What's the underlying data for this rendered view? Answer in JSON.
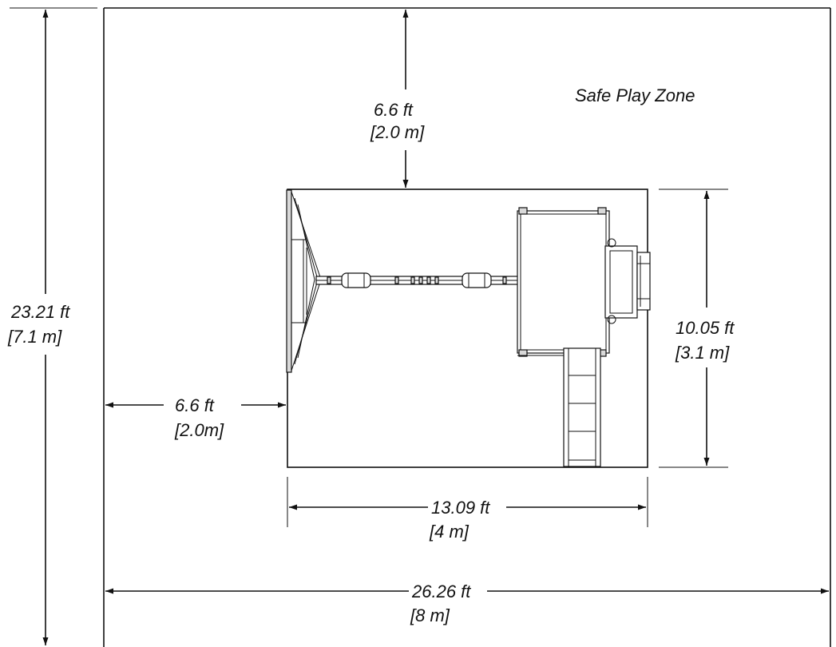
{
  "zone_label": "Safe Play Zone",
  "dimensions": {
    "top_clearance": {
      "imperial": "6.6 ft",
      "metric": "[2.0 m]"
    },
    "left_clearance": {
      "imperial": "6.6 ft",
      "metric": "[2.0m]"
    },
    "equipment_depth": {
      "imperial": "10.05 ft",
      "metric": "[3.1 m]"
    },
    "equipment_width": {
      "imperial": "13.09 ft",
      "metric": "[4 m]"
    },
    "zone_height": {
      "imperial": "23.21 ft",
      "metric": "[7.1 m]"
    },
    "zone_width": {
      "imperial": "26.26 ft",
      "metric": "[8 m]"
    }
  }
}
